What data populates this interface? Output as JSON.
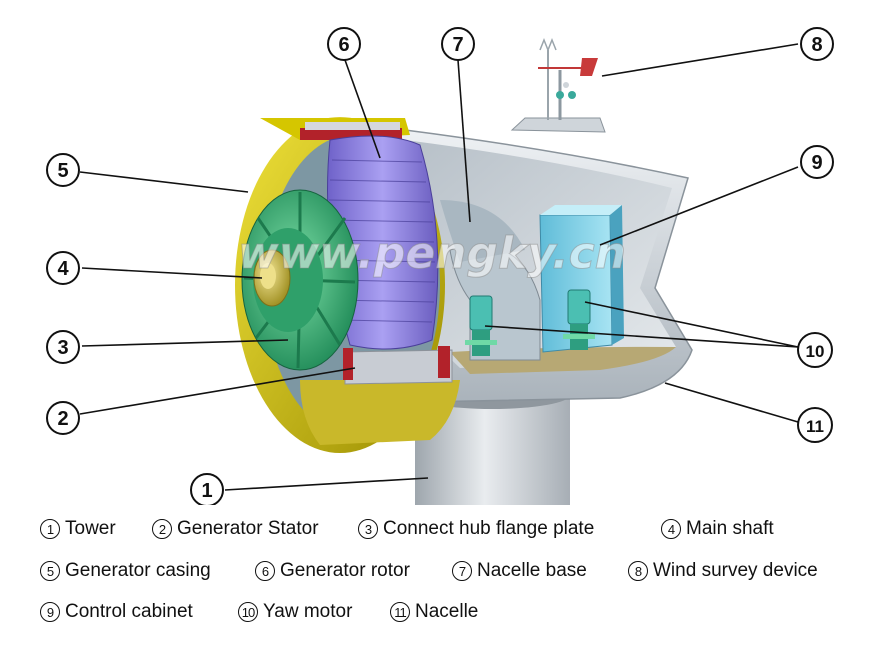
{
  "watermark": "www.pengky.cn",
  "colors": {
    "casing_yellow": "#d8c800",
    "rotor_purple": "#8c7fe0",
    "hub_green": "#3cb27c",
    "shaft_gold": "#c9b94a",
    "tower_grey": "#c6cbd0",
    "nacelle_grey": "#d8dde2",
    "cabinet_blue": "#7ccfe6",
    "motor_teal": "#4bbfb2",
    "stator_red": "#b2222a"
  },
  "callouts": [
    {
      "number": "1"
    },
    {
      "number": "2"
    },
    {
      "number": "3"
    },
    {
      "number": "4"
    },
    {
      "number": "5"
    },
    {
      "number": "6"
    },
    {
      "number": "7"
    },
    {
      "number": "8"
    },
    {
      "number": "9"
    },
    {
      "number": "10"
    },
    {
      "number": "11"
    }
  ],
  "legend": [
    {
      "badge": "1",
      "label": "Tower"
    },
    {
      "badge": "2",
      "label": "Generator Stator"
    },
    {
      "badge": "3",
      "label": "Connect hub flange plate"
    },
    {
      "badge": "4",
      "label": "Main shaft"
    },
    {
      "badge": "5",
      "label": "Generator casing"
    },
    {
      "badge": "6",
      "label": "Generator rotor"
    },
    {
      "badge": "7",
      "label": "Nacelle base"
    },
    {
      "badge": "8",
      "label": "Wind survey device"
    },
    {
      "badge": "9",
      "label": "Control cabinet"
    },
    {
      "badge": "10",
      "label": "Yaw motor"
    },
    {
      "badge": "11",
      "label": "Nacelle"
    }
  ]
}
